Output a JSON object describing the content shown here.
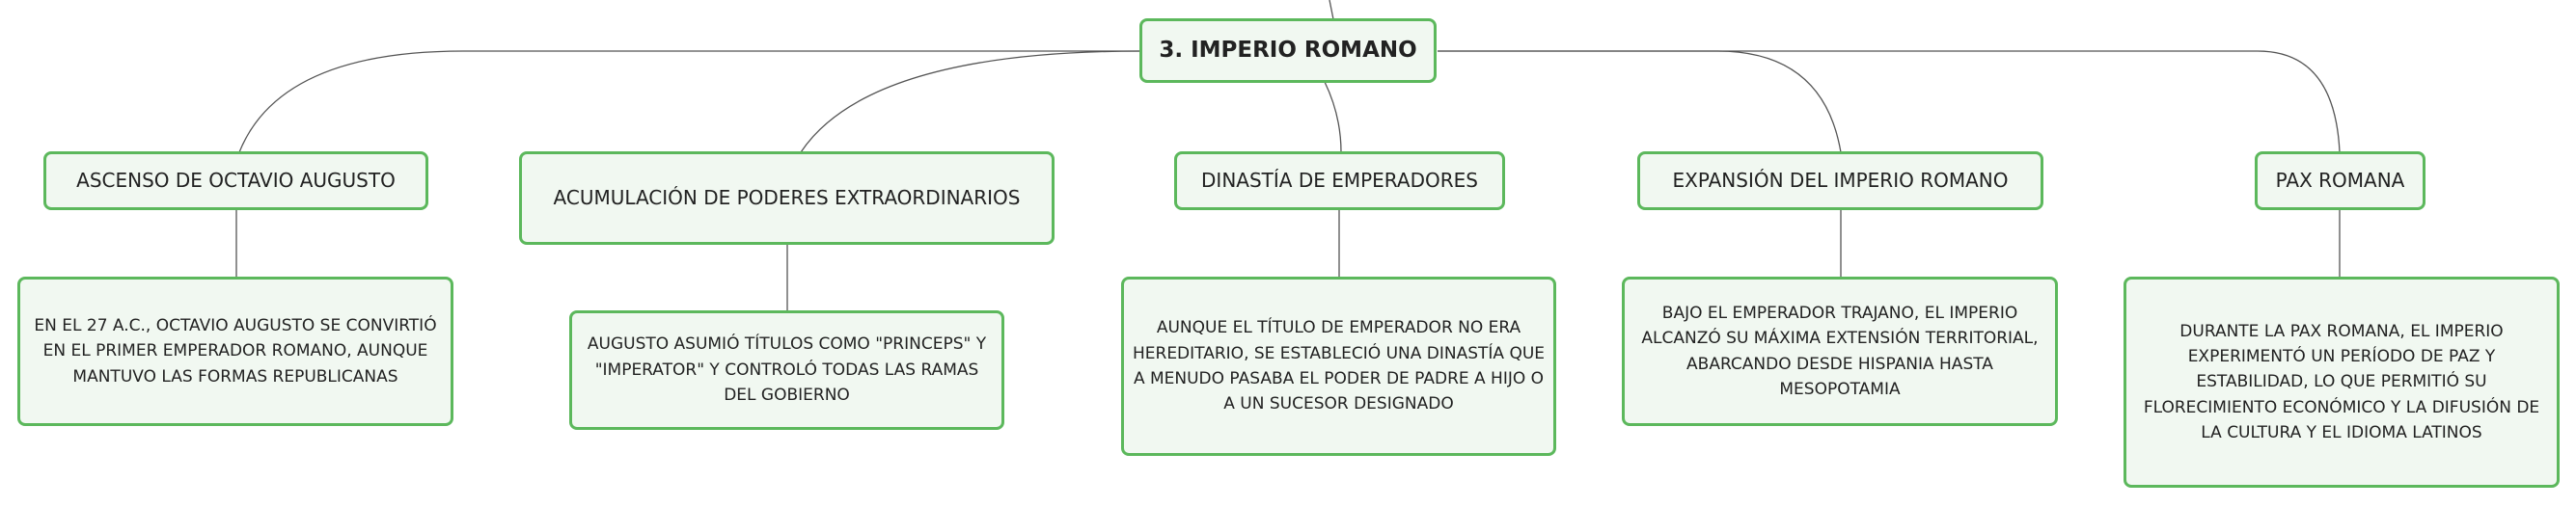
{
  "root": {
    "label": "3. IMPERIO ROMANO"
  },
  "topics": [
    {
      "label": "ASCENSO DE OCTAVIO AUGUSTO",
      "detail": "EN EL 27 A.C., OCTAVIO AUGUSTO SE CONVIRTIÓ EN EL PRIMER EMPERADOR ROMANO, AUNQUE MANTUVO LAS FORMAS REPUBLICANAS"
    },
    {
      "label": "ACUMULACIÓN DE PODERES EXTRAORDINARIOS",
      "detail": "AUGUSTO ASUMIÓ TÍTULOS COMO \"PRINCEPS\" Y \"IMPERATOR\" Y CONTROLÓ TODAS LAS RAMAS DEL GOBIERNO"
    },
    {
      "label": "DINASTÍA DE EMPERADORES",
      "detail": "AUNQUE EL TÍTULO DE EMPERADOR NO ERA HEREDITARIO, SE ESTABLECIÓ UNA DINASTÍA QUE A MENUDO PASABA EL PODER DE PADRE A HIJO O A UN SUCESOR DESIGNADO"
    },
    {
      "label": "EXPANSIÓN DEL IMPERIO ROMANO",
      "detail": "BAJO EL EMPERADOR TRAJANO, EL IMPERIO ALCANZÓ SU MÁXIMA EXTENSIÓN TERRITORIAL, ABARCANDO DESDE HISPANIA HASTA MESOPOTAMIA"
    },
    {
      "label": "PAX ROMANA",
      "detail": "DURANTE LA PAX ROMANA, EL IMPERIO EXPERIMENTÓ UN PERÍODO DE PAZ Y ESTABILIDAD, LO QUE PERMITIÓ SU FLORECIMIENTO ECONÓMICO Y LA DIFUSIÓN DE LA CULTURA Y EL IDIOMA LATINOS"
    }
  ]
}
